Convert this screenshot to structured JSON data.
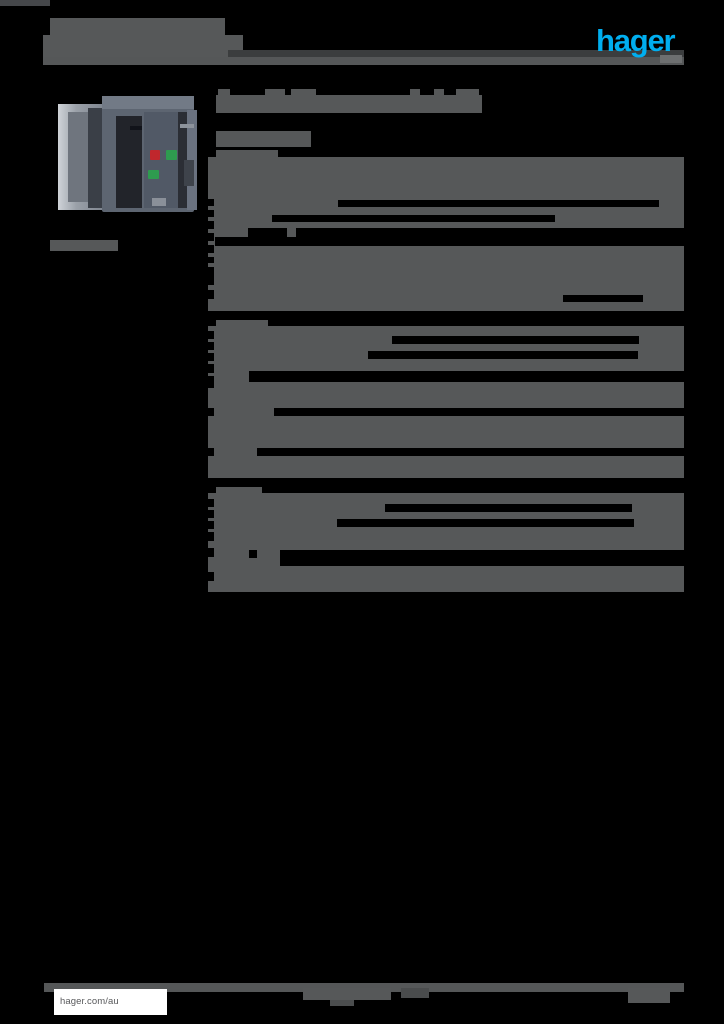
{
  "document": {
    "kind": "product-datasheet",
    "brand": "hager",
    "brand_color": "#00AEEF",
    "redaction_color": "#565859",
    "page_background": "#000000",
    "header": {
      "title_line_1": "",
      "title_line_2": "",
      "title_line_3": "",
      "logo_text": "hager"
    },
    "sidebar": {
      "product_image_alt": "air-circuit-breaker-photo",
      "caption": ""
    },
    "main": {
      "heading": "",
      "subheading": "",
      "section_label": "",
      "tables": [
        {
          "title": "",
          "rows": [
            {
              "label": "",
              "value": ""
            },
            {
              "label": "",
              "value": ""
            },
            {
              "label": "",
              "value": ""
            },
            {
              "label": "",
              "value": ""
            },
            {
              "label": "",
              "value": ""
            },
            {
              "label": "",
              "value": ""
            },
            {
              "label": "",
              "value": ""
            },
            {
              "label": "",
              "value": ""
            }
          ]
        },
        {
          "title": "",
          "rows": [
            {
              "label": "",
              "value": ""
            },
            {
              "label": "",
              "value": ""
            },
            {
              "label": "",
              "value": ""
            },
            {
              "label": "",
              "value": ""
            },
            {
              "label": "",
              "value": ""
            },
            {
              "label": "",
              "value": ""
            },
            {
              "label": "",
              "value": ""
            }
          ]
        },
        {
          "title": "",
          "rows": [
            {
              "label": "",
              "value": ""
            },
            {
              "label": "",
              "value": ""
            },
            {
              "label": "",
              "value": ""
            },
            {
              "label": "",
              "value": ""
            },
            {
              "label": "",
              "value": ""
            }
          ]
        }
      ]
    },
    "footer": {
      "url": "hager.com/au",
      "center_text": "",
      "center_text_2": "",
      "page_number": ""
    }
  }
}
